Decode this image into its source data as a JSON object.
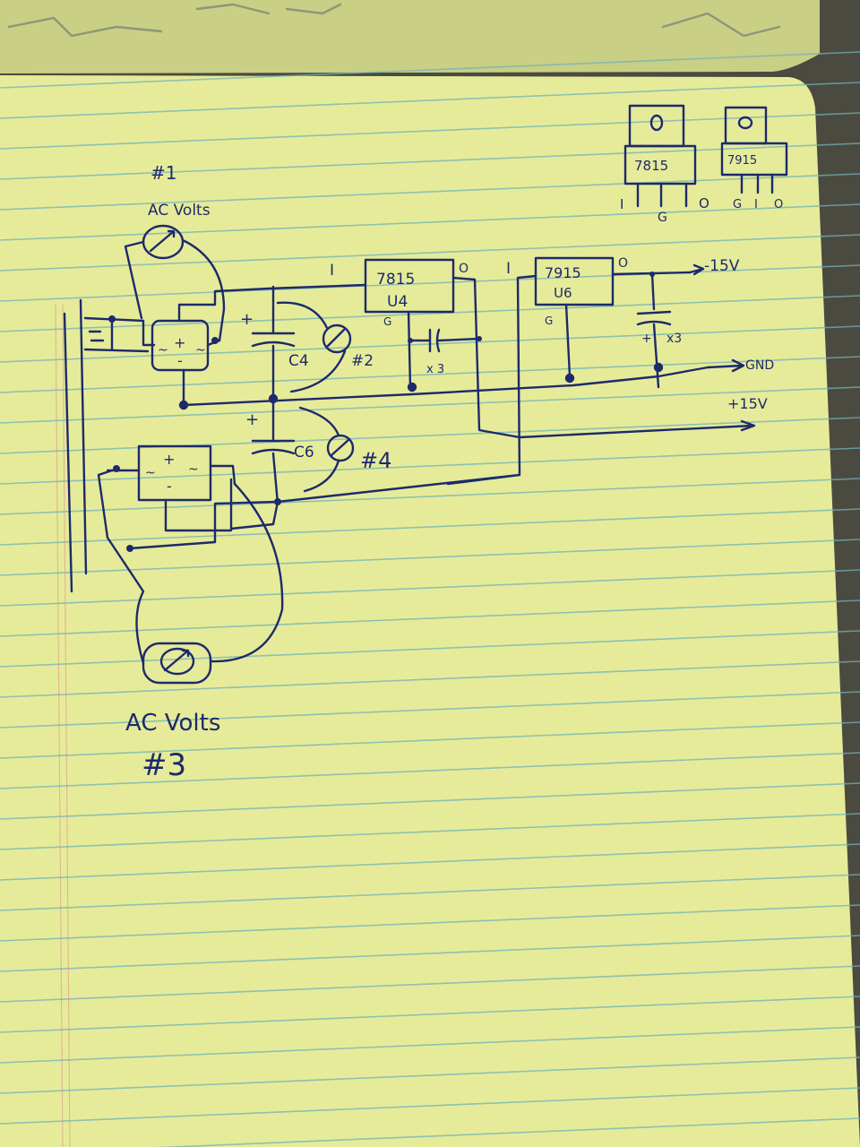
{
  "colors": {
    "paper": "#e6eb9a",
    "paper_shadow": "#c9cf84",
    "rule_line": "#6fb3b6",
    "margin_line": "#d98a8a",
    "ink": "#1d2a6b",
    "background": "#4b4a40"
  },
  "pinout_diagrams": [
    {
      "part": "7815",
      "pins": [
        "I",
        "G",
        "O"
      ]
    },
    {
      "part": "7915",
      "pins": [
        "G",
        "I",
        "O"
      ]
    }
  ],
  "regulators": [
    {
      "part": "7815",
      "ref": "U4",
      "in_label": "I",
      "out_label": "O",
      "gnd_label": "G"
    },
    {
      "part": "7915",
      "ref": "U6",
      "in_label": "I",
      "out_label": "O",
      "gnd_label": "G"
    }
  ],
  "capacitors": [
    {
      "ref": "C4",
      "polarity": "+"
    },
    {
      "ref": "C6",
      "polarity": "+"
    }
  ],
  "cap_multipliers": [
    "x 3",
    "x3"
  ],
  "meter_labels": {
    "top": {
      "line1": "#1",
      "line2": "AC Volts"
    },
    "middle": "#2",
    "right": "#4",
    "bottom": {
      "line1": "AC Volts",
      "line2": "#3"
    }
  },
  "rectifier_symbols": {
    "plus": "+",
    "minus": "-",
    "ac": "~"
  },
  "outputs": [
    {
      "label": "-15V"
    },
    {
      "label": "GND"
    },
    {
      "label": "+15V"
    }
  ]
}
